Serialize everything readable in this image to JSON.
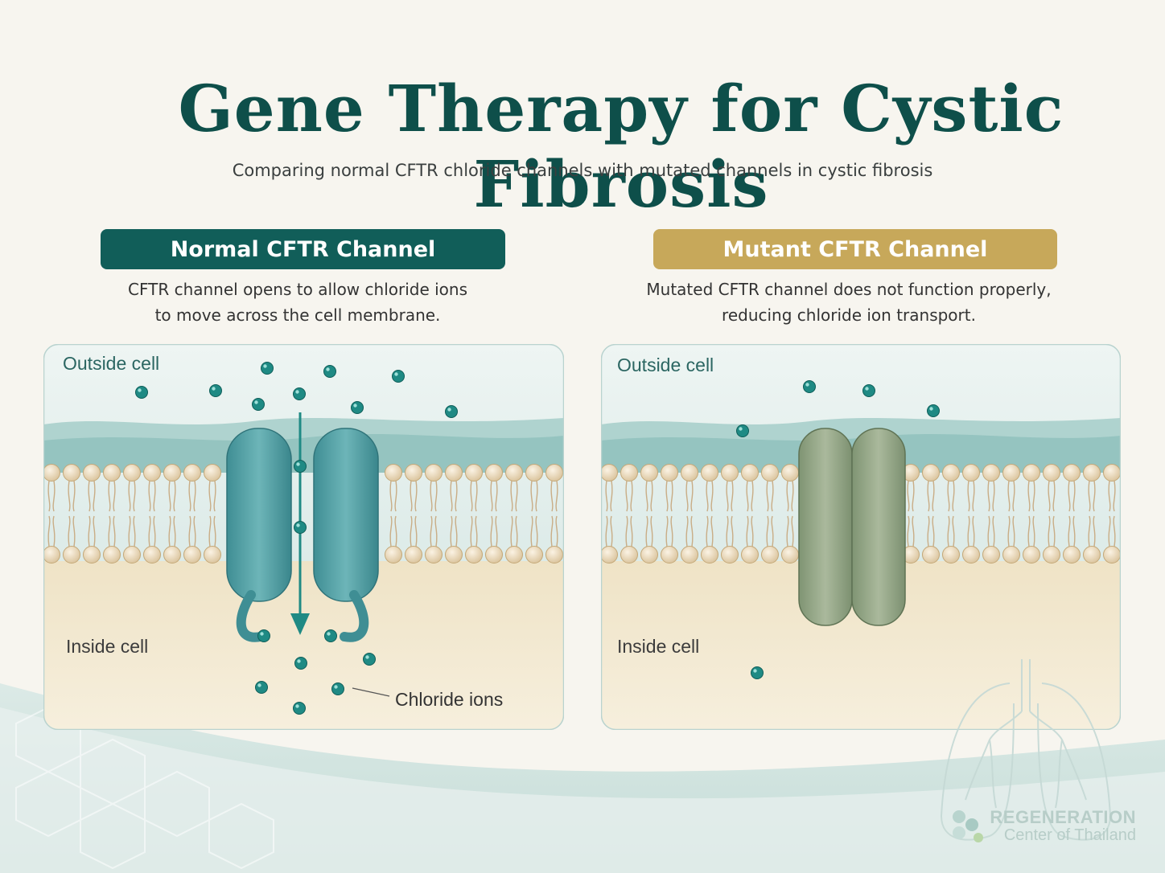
{
  "title": "Gene Therapy for Cystic Fibrosis",
  "subtitle": "Comparing normal CFTR chloride channels with mutated channels in cystic fibrosis",
  "panels": {
    "normal": {
      "heading": "Normal CFTR Channel",
      "description_line1": "CFTR channel opens to allow chloride ions",
      "description_line2": "to move across the cell membrane.",
      "outside_label": "Outside cell",
      "inside_label": "Inside cell",
      "ion_label": "Chloride ions"
    },
    "mutant": {
      "heading": "Mutant CFTR Channel",
      "description_line1": "Mutated CFTR channel does not function properly,",
      "description_line2": "reducing chloride ion transport.",
      "outside_label": "Outside cell",
      "inside_label": "Inside cell"
    }
  },
  "brand": {
    "line1": "REGENERATION",
    "line2": "Center of Thailand"
  },
  "colors": {
    "title": "#0e4f4a",
    "normal_accent": "#115e59",
    "mutant_accent": "#c7a85a",
    "channel_normal": "#4fa3a8",
    "channel_mutant": "#9aac8c",
    "ion": "#1f8a84"
  }
}
